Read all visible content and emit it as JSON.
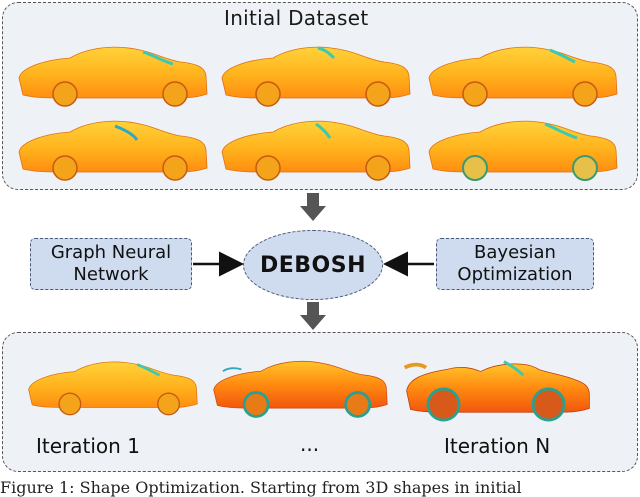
{
  "diagram": {
    "top_title": "Initial Dataset",
    "left_box": {
      "line1": "Graph Neural",
      "line2": "Network"
    },
    "center": "DEBOSH",
    "right_box": {
      "line1": "Bayesian",
      "line2": "Optimization"
    },
    "iteration_start": "Iteration  1",
    "iteration_mid": "...",
    "iteration_end": "Iteration  N"
  },
  "caption": "Figure 1: Shape Optimization. Starting from 3D shapes in initial"
}
